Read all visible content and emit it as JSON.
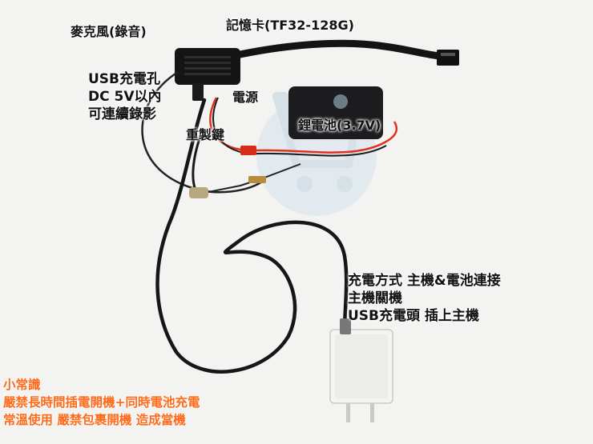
{
  "labels": {
    "mic": "麥克風(錄音)",
    "memory_card": "記憶卡(TF32-128G)",
    "usb_port": [
      "USB充電孔",
      "DC 5V以內",
      "可連續錄影"
    ],
    "power": "電源",
    "battery": "鋰電池(3.7V)",
    "reset_key": "重製鍵",
    "charging": [
      "充電方式 主機&電池連接",
      "主機關機",
      "USB充電頭 插上主機"
    ]
  },
  "notice": [
    "小常識",
    "嚴禁長時間插電開機+同時電池充電",
    "常溫使用 嚴禁包裹開機 造成當機"
  ],
  "colors": {
    "notice_text": "#ff6a1a",
    "label_text": "#111111",
    "battery_body": "#1c1c1e",
    "cable_red": "#e0301e",
    "charger_body": "#f4f4f2"
  }
}
